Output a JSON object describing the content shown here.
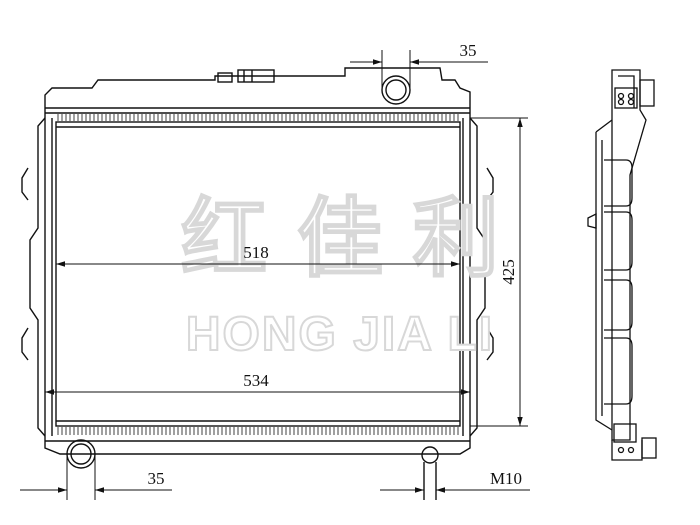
{
  "watermark": {
    "chinese": "红 佳 利",
    "english": "HONG JIA LI"
  },
  "dimensions": {
    "top_outlet": "35",
    "core_width": "518",
    "height": "425",
    "overall_width": "534",
    "bottom_outlet": "35",
    "drain_plug": "M10"
  },
  "colors": {
    "line": "#111111",
    "watermark_stroke": "#d8d8d8"
  }
}
